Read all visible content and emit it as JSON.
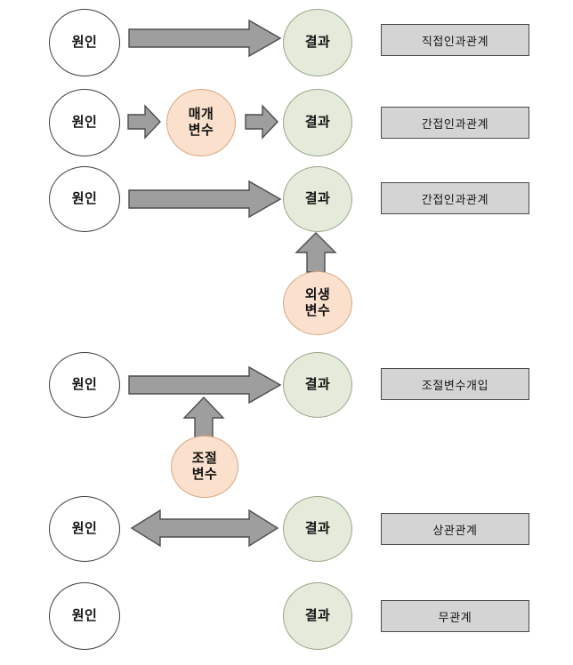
{
  "diagram": {
    "title": "causal-relationship-types",
    "colors": {
      "cause_fill": "#ffffff",
      "cause_border": "#3f3f3f",
      "effect_fill": "#e5ebdb",
      "effect_border": "#9aa68a",
      "variable_fill": "#fae0cd",
      "variable_border": "#d8a882",
      "arrow_fill": "#9e9e9e",
      "arrow_border": "#4d4d4d",
      "label_fill": "#d4d4d4",
      "label_border": "#4a4a4a"
    },
    "rows": [
      {
        "id": "direct-causal",
        "cause": "원인",
        "effect": "결과",
        "label": "직접인과관계",
        "arrow": "long-right-arrow"
      },
      {
        "id": "indirect-causal-mediator",
        "cause": "원인",
        "mediator": "매개\n변수",
        "mediator_line1": "매개",
        "mediator_line2": "변수",
        "effect": "결과",
        "label": "간접인과관계",
        "arrow": "short-right-arrow-pair"
      },
      {
        "id": "indirect-causal-exogenous",
        "cause": "원인",
        "exogenous_line1": "외생",
        "exogenous_line2": "변수",
        "effect": "결과",
        "label": "간접인과관계",
        "arrow": "long-right-arrow-plus-up-arrow"
      },
      {
        "id": "moderator-intervention",
        "cause": "원인",
        "moderator_line1": "조절",
        "moderator_line2": "변수",
        "effect": "결과",
        "label": "조절변수개입",
        "arrow": "long-right-arrow-plus-up-arrow"
      },
      {
        "id": "correlation",
        "cause": "원인",
        "effect": "결과",
        "label": "상관관계",
        "arrow": "double-headed-arrow"
      },
      {
        "id": "no-relationship",
        "cause": "원인",
        "effect": "결과",
        "label": "무관계",
        "arrow": "none"
      }
    ]
  }
}
